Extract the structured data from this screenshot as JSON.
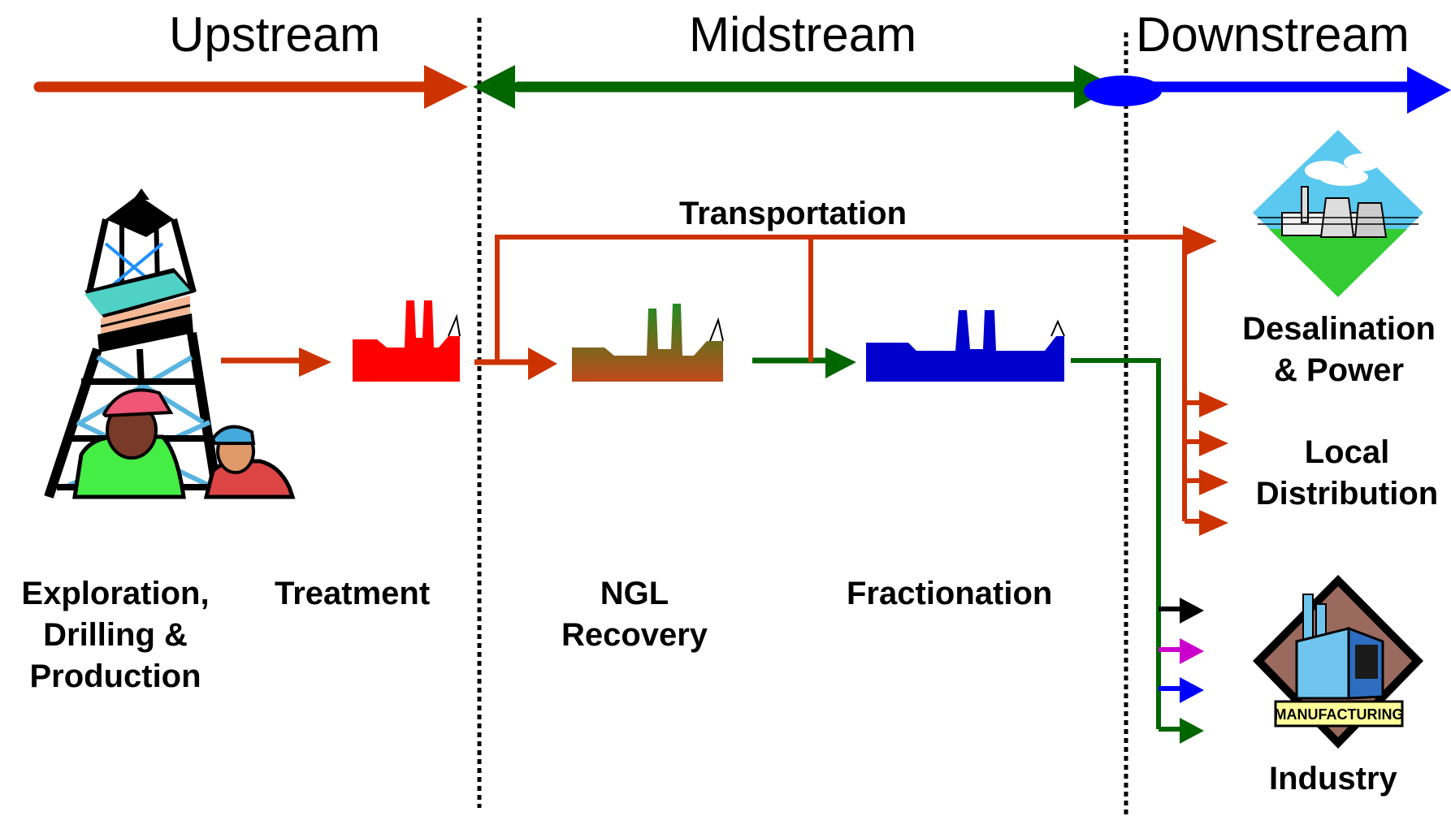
{
  "sections": {
    "upstream": "Upstream",
    "midstream": "Midstream",
    "downstream": "Downstream"
  },
  "stages": {
    "exploration": [
      "Exploration,",
      "Drilling &",
      "Production"
    ],
    "treatment": "Treatment",
    "ngl": [
      "NGL",
      "Recovery"
    ],
    "fractionation": "Fractionation"
  },
  "transportation": "Transportation",
  "destinations": {
    "desalination": [
      "Desalination",
      "& Power"
    ],
    "local": [
      "Local",
      "Distribution"
    ],
    "industry": "Industry",
    "manufacturing_sign": "MANUFACTURING"
  },
  "colors": {
    "upstream": "#CC3300",
    "midstream": "#006600",
    "downstream": "#0000FF",
    "treatment_plant": "#FF0000",
    "fractionation_plant": "#0000CC",
    "ngl_plant_top": "#228B22",
    "ngl_plant_bottom": "#C04A1A",
    "product_black": "#000000",
    "product_magenta": "#CC00CC",
    "product_blue": "#0000FF",
    "product_green": "#006600"
  }
}
